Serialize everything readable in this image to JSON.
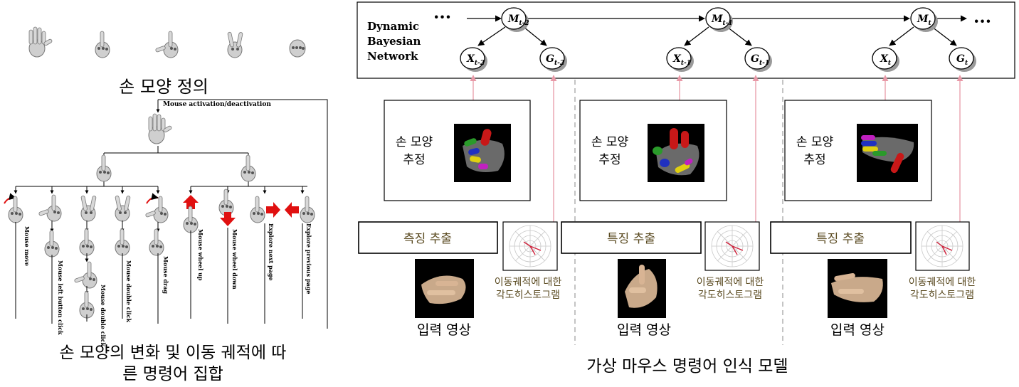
{
  "left_panel": {
    "caption_top": "손 모양 정의",
    "root_label": "Mouse activation/deactivation",
    "command_labels": [
      "Mouse move",
      "Mouse left button click",
      "Mouse double click",
      "Mouse double click",
      "Mouse drag",
      "Mouse wheel up",
      "Mouse wheel down",
      "Explore next page",
      "Explore previous page"
    ],
    "caption_bottom_line1": "손 모양의 변화 및 이동 궤적에 따",
    "caption_bottom_line2": "른 명령어 집합"
  },
  "right_panel": {
    "dbn_label": [
      "Dynamic",
      "Bayesian",
      "Network"
    ],
    "ellipsis": "···",
    "nodes": {
      "m": [
        {
          "base": "M",
          "sub": "t-2"
        },
        {
          "base": "M",
          "sub": "t-1"
        },
        {
          "base": "M",
          "sub": "t"
        }
      ],
      "x": [
        {
          "base": "X",
          "sub": "t-2"
        },
        {
          "base": "X",
          "sub": "t-1"
        },
        {
          "base": "X",
          "sub": "t"
        }
      ],
      "g": [
        {
          "base": "G",
          "sub": "t-2"
        },
        {
          "base": "G",
          "sub": "t-1"
        },
        {
          "base": "G",
          "sub": "t"
        }
      ]
    },
    "columns": [
      {
        "estimation_label": [
          "손 모양",
          "추정"
        ],
        "feature_label": "측징 추출",
        "histogram_label": [
          "이동궤적에 대한",
          "각도히스토그램"
        ],
        "input_label": "입력 영상"
      },
      {
        "estimation_label": [
          "손 모양",
          "추정"
        ],
        "feature_label": "특징 추출",
        "histogram_label": [
          "이동궤적에 대한",
          "각도히스토그램"
        ],
        "input_label": "입력 영상"
      },
      {
        "estimation_label": [
          "손 모양",
          "추정"
        ],
        "feature_label": "특징 추출",
        "histogram_label": [
          "이동궤적에 대한",
          "각도히스토그램"
        ],
        "input_label": "입력 영상"
      }
    ],
    "caption": "가상 마우스 명령어 인식 모델"
  },
  "colors": {
    "line": "#000000",
    "pink_arrow": "#e89aa8",
    "histogram_arrow": "#d0203a",
    "dashed_divider": "#b0b0b0",
    "red_arrow": "#e01010",
    "hist_text": "#5a4a20",
    "node_shadow": "#9a9a9a"
  }
}
